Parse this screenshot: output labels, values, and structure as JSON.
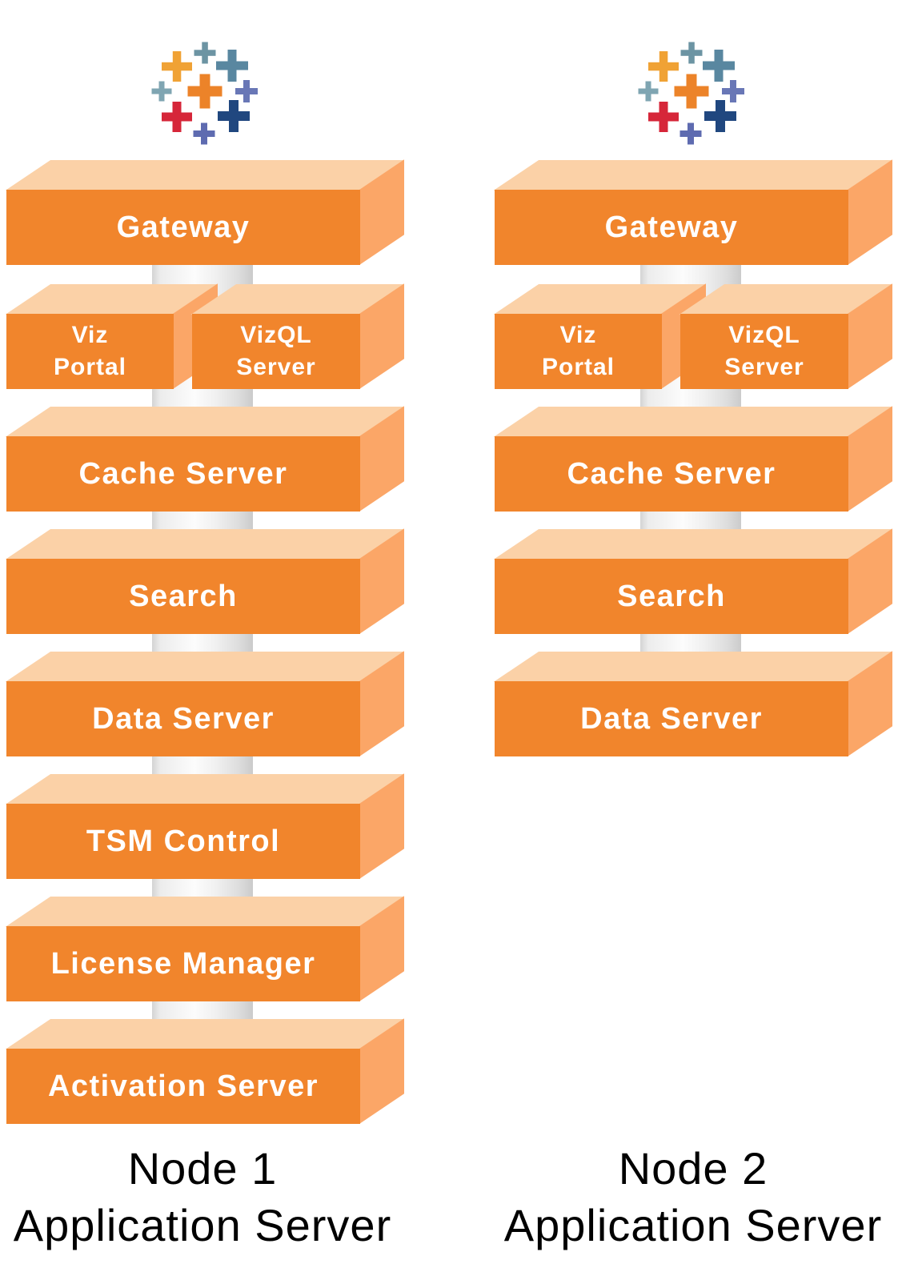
{
  "background_color": "#FFFFFF",
  "colors": {
    "block_front": "#F1852C",
    "block_side": "#FBA667",
    "block_top": "#FBD1A7",
    "block_label": "#FFFFFF",
    "caption": "#000000",
    "pillar_edge": "#D4D4D4",
    "pillar_highlight": "#FCFCFC",
    "pillar_shadow": "#CBCBCB"
  },
  "logo": {
    "name": "tableau-logo",
    "plus_colors": [
      "#6C94A3",
      "#F0A235",
      "#5987A0",
      "#7FA5B2",
      "#EC8329",
      "#6977B6",
      "#D62639",
      "#20477F",
      "#5E6BB0"
    ]
  },
  "nodes": [
    {
      "caption_line1": "Node 1",
      "caption_line2": "Application Server",
      "rows": [
        {
          "label": "Gateway"
        },
        {
          "left": "Viz Portal",
          "right": "VizQL Server"
        },
        {
          "label": "Cache Server"
        },
        {
          "label": "Search"
        },
        {
          "label": "Data Server"
        },
        {
          "label": "TSM Control"
        },
        {
          "label": "License Manager"
        },
        {
          "label": "Activation Server"
        }
      ]
    },
    {
      "caption_line1": "Node 2",
      "caption_line2": "Application Server",
      "rows": [
        {
          "label": "Gateway"
        },
        {
          "left": "Viz Portal",
          "right": "VizQL Server"
        },
        {
          "label": "Cache Server"
        },
        {
          "label": "Search"
        },
        {
          "label": "Data Server"
        }
      ]
    }
  ]
}
